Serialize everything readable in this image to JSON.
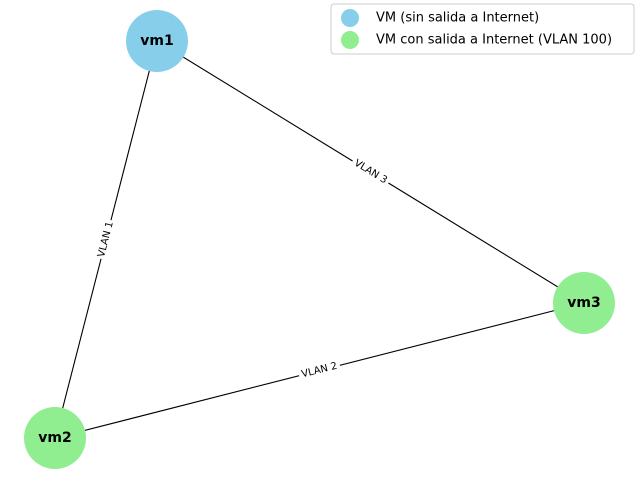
{
  "colors": {
    "no_internet": "#87CEEB",
    "internet": "#90EE90"
  },
  "nodes": [
    {
      "id": "vm1",
      "label": "vm1",
      "type": "no_internet"
    },
    {
      "id": "vm2",
      "label": "vm2",
      "type": "internet"
    },
    {
      "id": "vm3",
      "label": "vm3",
      "type": "internet"
    }
  ],
  "edges": [
    {
      "from": "vm1",
      "to": "vm2",
      "label": "VLAN 1"
    },
    {
      "from": "vm2",
      "to": "vm3",
      "label": "VLAN 2"
    },
    {
      "from": "vm1",
      "to": "vm3",
      "label": "VLAN 3"
    }
  ],
  "legend": {
    "items": [
      {
        "label": "VM (sin salida a Internet)",
        "type": "no_internet"
      },
      {
        "label": "VM con salida a Internet (VLAN 100)",
        "type": "internet"
      }
    ]
  }
}
